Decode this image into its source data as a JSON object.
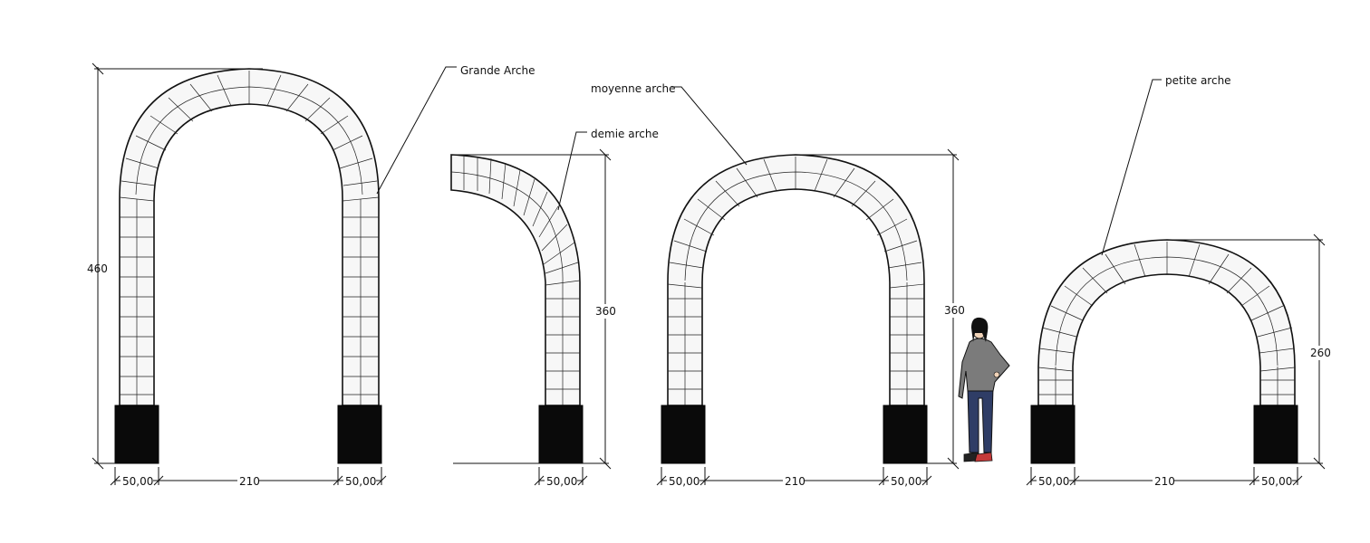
{
  "labels": {
    "grande_arche": "Grande Arche",
    "demie_arche": "demie arche",
    "moyenne_arche": "moyenne arche",
    "petite_arche": "petite arche"
  },
  "dimensions": {
    "grande_height": "460",
    "demie_height": "360",
    "moyenne_height": "360",
    "petite_height": "260",
    "base_width": "50,00",
    "span_width": "210"
  },
  "colors": {
    "line": "#111111",
    "base": "#0a0a0a",
    "fill": "#f7f7f7"
  }
}
